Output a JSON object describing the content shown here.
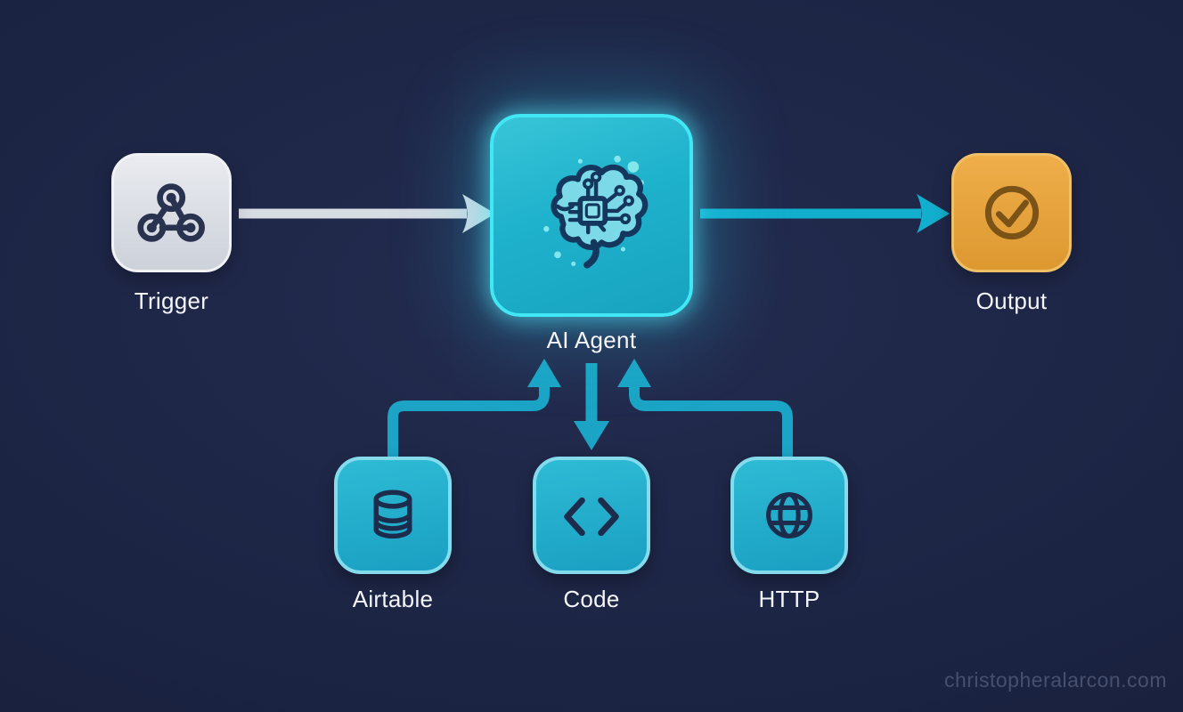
{
  "page": {
    "type": "workflow-diagram"
  },
  "background": {
    "color": "#1b2342"
  },
  "nodes": {
    "trigger": {
      "label": "Trigger",
      "icon": "webhook-icon",
      "fill": "#dde0e7",
      "border": "#f1f2f5",
      "icon_color": "#29324f"
    },
    "ai_agent": {
      "label": "AI Agent",
      "icon": "brain-chip-icon",
      "fill": "#1fb2cc",
      "border": "#41e7f5",
      "glow": "#35dcee",
      "icon_color": "#14375e"
    },
    "output": {
      "label": "Output",
      "icon": "check-circle-icon",
      "fill": "#e7a33b",
      "border": "#f0c068",
      "icon_color": "#7b5317"
    },
    "airtable": {
      "label": "Airtable",
      "icon": "database-icon",
      "fill": "#1ca9c9",
      "border": "#84dbeb",
      "icon_color": "#1c2c4c"
    },
    "code": {
      "label": "Code",
      "icon": "code-brackets-icon",
      "fill": "#1ca9c9",
      "border": "#84dbeb",
      "icon_color": "#1c2c4c"
    },
    "http": {
      "label": "HTTP",
      "icon": "globe-icon",
      "fill": "#1ca9c9",
      "border": "#84dbeb",
      "icon_color": "#1c2c4c"
    }
  },
  "edges": {
    "trigger_to_agent": {
      "from": "Trigger",
      "to": "AI Agent",
      "color": "#d7dbe2"
    },
    "agent_to_output": {
      "from": "AI Agent",
      "to": "Output",
      "color": "#12aecd"
    },
    "agent_to_code": {
      "from": "AI Agent",
      "to": "Code",
      "color": "#1ba4c5"
    },
    "airtable_to_agent": {
      "from": "Airtable",
      "to": "AI Agent",
      "color": "#1ba4c5"
    },
    "http_to_agent": {
      "from": "HTTP",
      "to": "AI Agent",
      "color": "#1ba4c5"
    }
  },
  "watermark": {
    "text": "christopheralarcon.com",
    "color": "#46506e"
  }
}
